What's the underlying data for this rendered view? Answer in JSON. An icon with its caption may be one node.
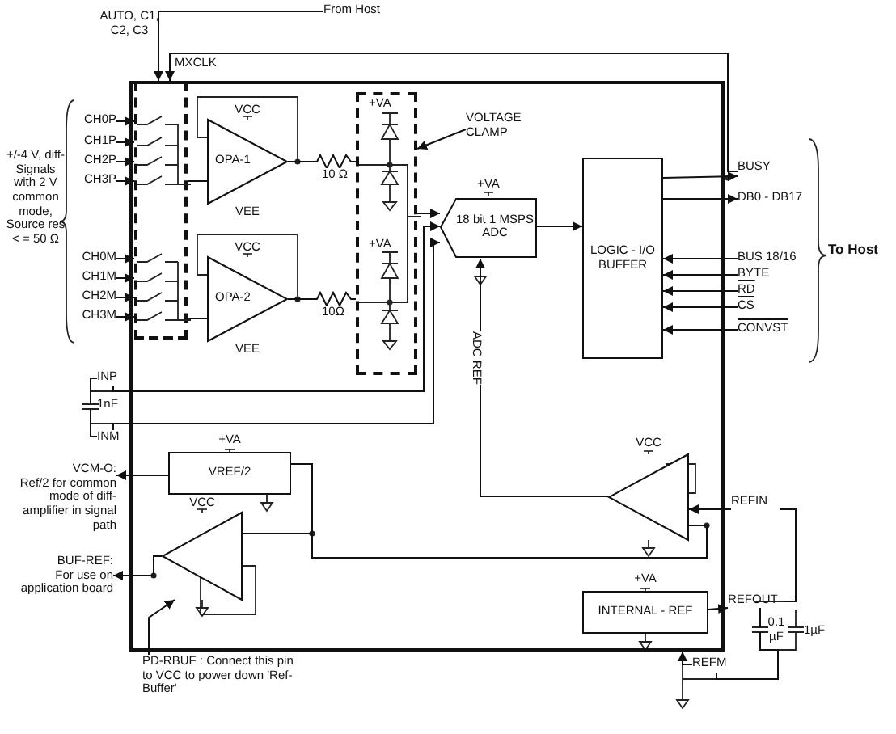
{
  "diagram": {
    "nodes": [
      {
        "text": [],
        "shape": "box"
      },
      {
        "text": [],
        "shape": "box",
        "in": 0
      },
      {
        "text": [
          "OPA-1"
        ],
        "beside": [
          "VCC",
          "VEE"
        ],
        "in": 0
      },
      {
        "text": [
          "OPA-2"
        ],
        "beside": [
          "VCC",
          "VEE"
        ],
        "in": 0
      },
      {
        "text": [
          "+VA",
          "+VA"
        ],
        "in": 0
      },
      {
        "text": [
          "VOLTAGE CLAMP"
        ],
        "in": 0
      },
      {
        "text": [
          "18 bit 1 MSPS ADC"
        ],
        "beside": [
          "+VA"
        ],
        "in": 0
      },
      {
        "text": [
          "LOGIC - I/O BUFFER"
        ],
        "in": 0
      },
      {
        "text": [],
        "shape": "triangle",
        "beside": [
          "VCC"
        ],
        "in": 0
      },
      {
        "text": [
          "VREF/2"
        ],
        "beside": [
          "+VA"
        ],
        "in": 0
      },
      {
        "text": [],
        "shape": "triangle",
        "beside": [
          "VCC"
        ],
        "in": 0
      },
      {
        "text": [
          "INTERNAL - REF"
        ],
        "beside": [
          "+VA"
        ],
        "in": 0
      },
      {
        "text": [
          "CH0P"
        ]
      },
      {
        "text": [
          "CH1P"
        ]
      },
      {
        "text": [
          "CH2P"
        ]
      },
      {
        "text": [
          "CH3P"
        ]
      },
      {
        "text": [
          "CH0M"
        ]
      },
      {
        "text": [
          "CH1M"
        ]
      },
      {
        "text": [
          "CH2M"
        ]
      },
      {
        "text": [
          "CH3M"
        ]
      },
      {
        "text": [
          "From Host"
        ]
      },
      {
        "text": [
          "BUSY"
        ]
      },
      {
        "text": [
          "DB0 - DB17"
        ]
      },
      {
        "text": [
          "BUS 18/16"
        ]
      },
      {
        "text": [
          "BYTE"
        ]
      },
      {
        "text": [
          "RD"
        ]
      },
      {
        "text": [
          "CS"
        ]
      },
      {
        "text": [
          "CONVST"
        ]
      },
      {
        "text": [
          "INP"
        ]
      },
      {
        "text": [
          "INM"
        ]
      },
      {
        "text": [
          "VCM-O:",
          "Ref/2 for common mode of diff-amplifier in signal path"
        ]
      },
      {
        "text": [
          "BUF-REF:",
          "For use on application board"
        ]
      },
      {
        "text": [
          "PD-RBUF : Connect this pin to VCC to power down 'Ref-Buffer'"
        ]
      },
      {
        "text": [
          "REFIN"
        ]
      },
      {
        "text": [
          "REFOUT"
        ]
      },
      {
        "text": [
          "REFM"
        ]
      }
    ],
    "edges": [
      {
        "from": 12,
        "to": 1,
        "arrow": "to"
      },
      {
        "from": 13,
        "to": 1,
        "arrow": "to"
      },
      {
        "from": 14,
        "to": 1,
        "arrow": "to"
      },
      {
        "from": 15,
        "to": 1,
        "arrow": "to"
      },
      {
        "from": 16,
        "to": 1,
        "arrow": "to"
      },
      {
        "from": 17,
        "to": 1,
        "arrow": "to"
      },
      {
        "from": 18,
        "to": 1,
        "arrow": "to"
      },
      {
        "from": 19,
        "to": 1,
        "arrow": "to"
      },
      {
        "from": 1,
        "to": 2,
        "arrow": "none"
      },
      {
        "from": 1,
        "to": 3,
        "arrow": "none"
      },
      {
        "from": 20,
        "to": 1,
        "arrow": "to"
      },
      {
        "from": 21,
        "to": 1,
        "arrow": "to",
        "label": "MXCLK"
      },
      {
        "from": 2,
        "to": 4,
        "arrow": "none",
        "label": "10 Ω"
      },
      {
        "from": 3,
        "to": 4,
        "arrow": "none",
        "label": "10Ω"
      },
      {
        "from": 5,
        "to": 4,
        "arrow": "to"
      },
      {
        "from": 4,
        "to": 6,
        "arrow": "to"
      },
      {
        "from": 28,
        "to": 6,
        "arrow": "to"
      },
      {
        "from": 29,
        "to": 6,
        "arrow": "to"
      },
      {
        "from": 6,
        "to": 7,
        "arrow": "to"
      },
      {
        "from": 7,
        "to": 21,
        "arrow": "to"
      },
      {
        "from": 7,
        "to": 22,
        "arrow": "to"
      },
      {
        "from": 23,
        "to": 7,
        "arrow": "to"
      },
      {
        "from": 24,
        "to": 7,
        "arrow": "to"
      },
      {
        "from": 25,
        "to": 7,
        "arrow": "to"
      },
      {
        "from": 26,
        "to": 7,
        "arrow": "to"
      },
      {
        "from": 27,
        "to": 7,
        "arrow": "to"
      },
      {
        "from": 8,
        "to": 6,
        "arrow": "to",
        "label": "ADC REF"
      },
      {
        "from": 8,
        "to": 9,
        "arrow": "none"
      },
      {
        "from": 8,
        "to": 10,
        "arrow": "none"
      },
      {
        "from": 9,
        "to": 30,
        "arrow": "to"
      },
      {
        "from": 10,
        "to": 31,
        "arrow": "to"
      },
      {
        "from": 32,
        "to": 10,
        "arrow": "to"
      },
      {
        "from": 33,
        "to": 8,
        "arrow": "to"
      },
      {
        "from": 11,
        "to": 34,
        "arrow": "to"
      },
      {
        "from": 34,
        "to": 33,
        "arrow": "none"
      },
      {
        "from": 35,
        "to": 0,
        "arrow": "to"
      },
      {
        "from": 34,
        "to": 35,
        "arrow": "none"
      },
      {
        "from": 28,
        "to": 29,
        "arrow": "none"
      }
    ],
    "labels": [
      "AUTO, C1, C2, C3",
      "+/-4 V, diff-Signals with 2 V common mode, Source res < = 50 Ω",
      "To Host",
      "1nF",
      "0.1 µF",
      "1µF"
    ]
  }
}
